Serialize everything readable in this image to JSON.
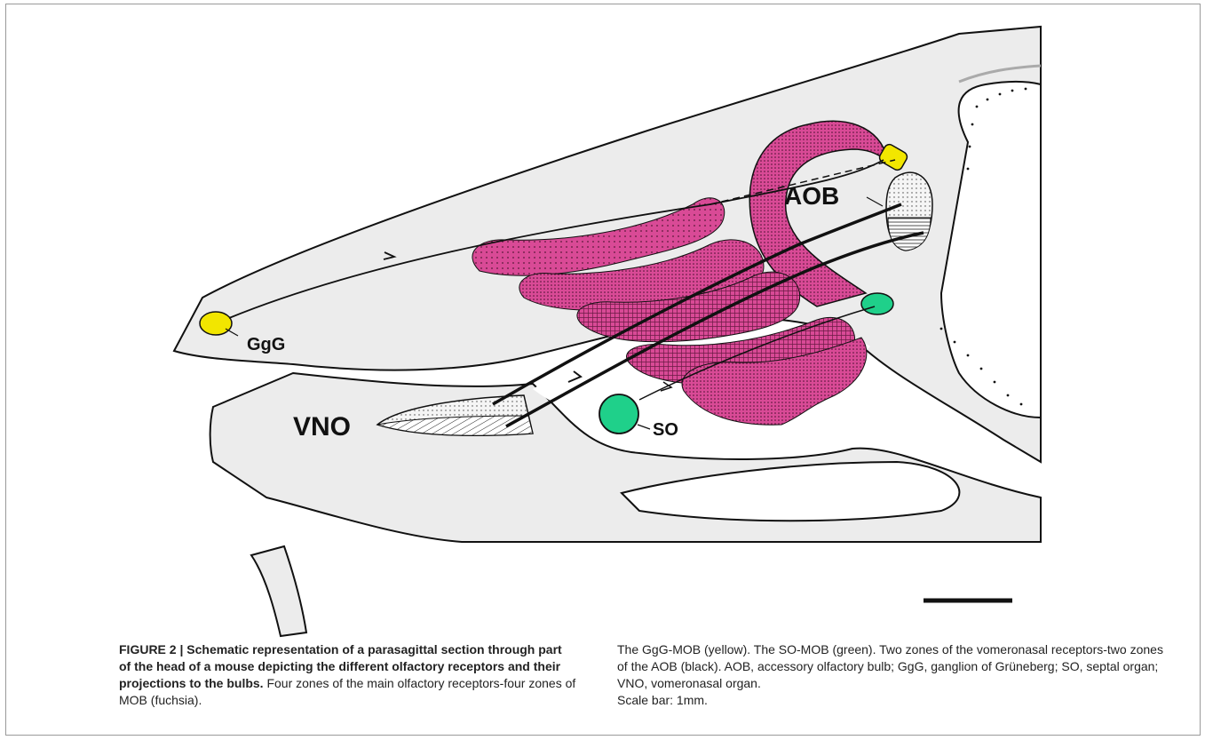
{
  "labels": {
    "aob": "AOB",
    "ggg": "GgG",
    "vno": "VNO",
    "so": "SO"
  },
  "colors": {
    "fuchsia": "#d94a96",
    "yellow": "#f2e600",
    "green": "#1fd08a",
    "tissue": "#ececec",
    "outline": "#111111"
  },
  "caption": {
    "title": "FIGURE 2 | Schematic representation of a parasagittal section through part of the head of a mouse depicting the different olfactory receptors and their projections to the bulbs.",
    "left_text": "Four zones of the main olfactory receptors-four zones of MOB (fuchsia).",
    "right_text": "The GgG-MOB (yellow). The SO-MOB (green). Two zones of the vomeronasal receptors-two zones of the AOB (black). AOB, accessory olfactory bulb; GgG, ganglion of Grüneberg; SO, septal organ; VNO, vomeronasal organ.",
    "scale_text": "Scale bar: 1mm."
  }
}
